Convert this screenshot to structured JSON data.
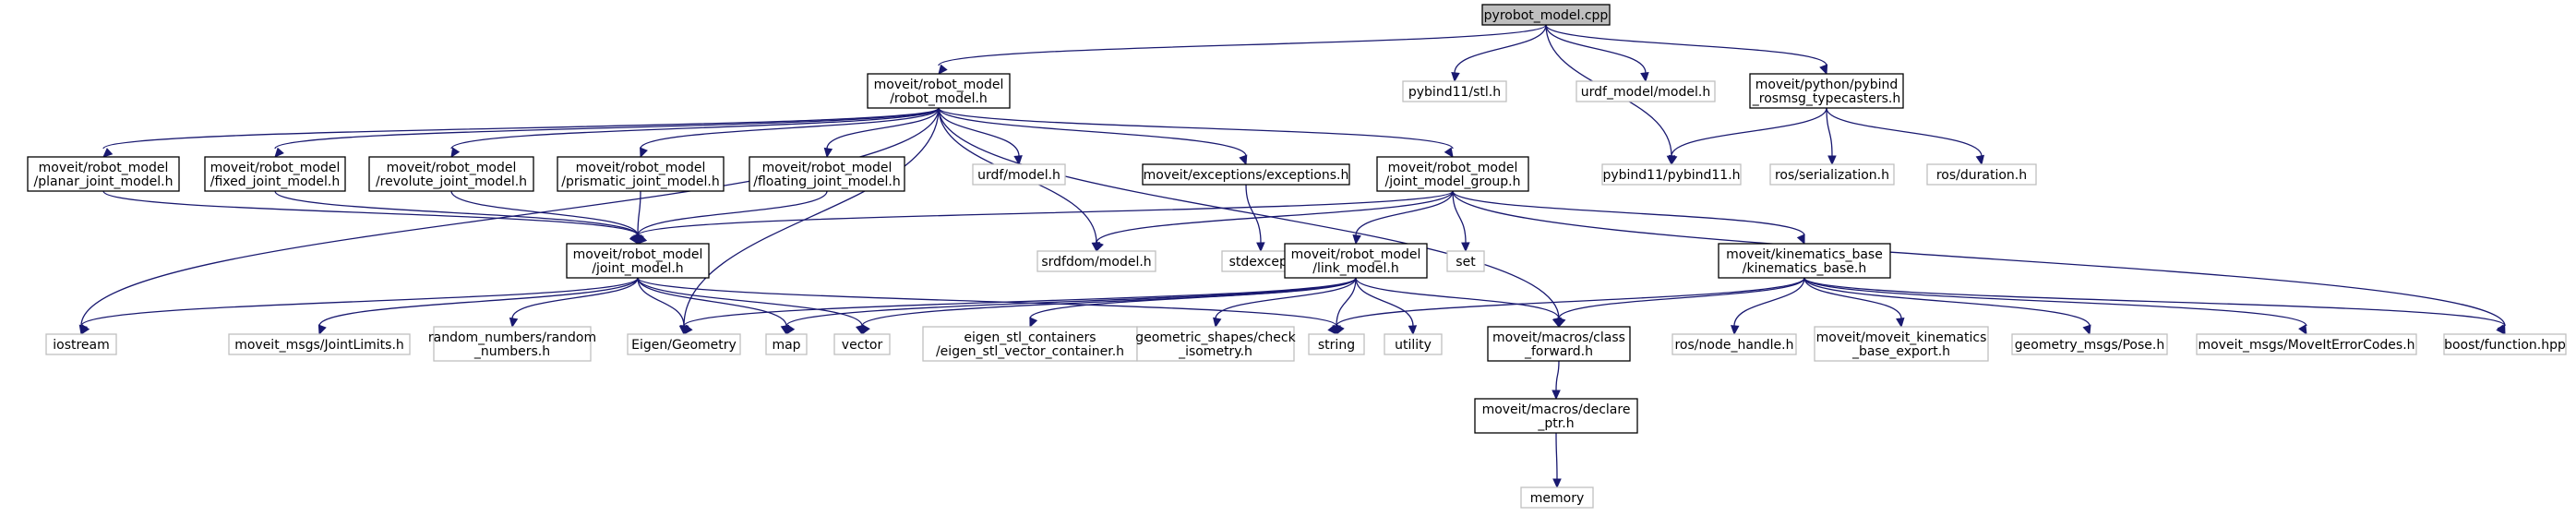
{
  "colors": {
    "edge": "#191970",
    "root_fill": "#bfbfbf",
    "linked_border": "#000000",
    "external_border": "#bfbfbf",
    "background": "#ffffff"
  },
  "nodes": [
    {
      "id": "root",
      "kind": "root",
      "lines": [
        "pyrobot_model.cpp"
      ]
    },
    {
      "id": "robot_model",
      "kind": "linked",
      "lines": [
        "moveit/robot_model",
        "/robot_model.h"
      ]
    },
    {
      "id": "pybind_stl",
      "kind": "external",
      "lines": [
        "pybind11/stl.h"
      ]
    },
    {
      "id": "urdf_model_model",
      "kind": "external",
      "lines": [
        "urdf_model/model.h"
      ]
    },
    {
      "id": "typecasters",
      "kind": "linked",
      "lines": [
        "moveit/python/pybind",
        "_rosmsg_typecasters.h"
      ]
    },
    {
      "id": "planar",
      "kind": "linked",
      "lines": [
        "moveit/robot_model",
        "/planar_joint_model.h"
      ]
    },
    {
      "id": "fixed",
      "kind": "linked",
      "lines": [
        "moveit/robot_model",
        "/fixed_joint_model.h"
      ]
    },
    {
      "id": "revolute",
      "kind": "linked",
      "lines": [
        "moveit/robot_model",
        "/revolute_joint_model.h"
      ]
    },
    {
      "id": "prismatic",
      "kind": "linked",
      "lines": [
        "moveit/robot_model",
        "/prismatic_joint_model.h"
      ]
    },
    {
      "id": "floating",
      "kind": "linked",
      "lines": [
        "moveit/robot_model",
        "/floating_joint_model.h"
      ]
    },
    {
      "id": "urdf_model",
      "kind": "external",
      "lines": [
        "urdf/model.h"
      ]
    },
    {
      "id": "exceptions",
      "kind": "linked",
      "lines": [
        "moveit/exceptions/exceptions.h"
      ]
    },
    {
      "id": "jmg",
      "kind": "linked",
      "lines": [
        "moveit/robot_model",
        "/joint_model_group.h"
      ]
    },
    {
      "id": "pybind11",
      "kind": "external",
      "lines": [
        "pybind11/pybind11.h"
      ]
    },
    {
      "id": "ros_serialization",
      "kind": "external",
      "lines": [
        "ros/serialization.h"
      ]
    },
    {
      "id": "ros_duration",
      "kind": "external",
      "lines": [
        "ros/duration.h"
      ]
    },
    {
      "id": "joint_model",
      "kind": "linked",
      "lines": [
        "moveit/robot_model",
        "/joint_model.h"
      ]
    },
    {
      "id": "srdfdom",
      "kind": "external",
      "lines": [
        "srdfdom/model.h"
      ]
    },
    {
      "id": "stdexcept",
      "kind": "external",
      "lines": [
        "stdexcept"
      ]
    },
    {
      "id": "link_model",
      "kind": "linked",
      "lines": [
        "moveit/robot_model",
        "/link_model.h"
      ]
    },
    {
      "id": "set",
      "kind": "external",
      "lines": [
        "set"
      ]
    },
    {
      "id": "kin_base",
      "kind": "linked",
      "lines": [
        "moveit/kinematics_base",
        "/kinematics_base.h"
      ]
    },
    {
      "id": "iostream",
      "kind": "external",
      "lines": [
        "iostream"
      ]
    },
    {
      "id": "jointlimits",
      "kind": "external",
      "lines": [
        "moveit_msgs/JointLimits.h"
      ]
    },
    {
      "id": "random_numbers",
      "kind": "external",
      "lines": [
        "random_numbers/random",
        "_numbers.h"
      ]
    },
    {
      "id": "eigen_geometry",
      "kind": "external",
      "lines": [
        "Eigen/Geometry"
      ]
    },
    {
      "id": "map",
      "kind": "external",
      "lines": [
        "map"
      ]
    },
    {
      "id": "vector",
      "kind": "external",
      "lines": [
        "vector"
      ]
    },
    {
      "id": "eigen_stl",
      "kind": "external",
      "lines": [
        "eigen_stl_containers",
        "/eigen_stl_vector_container.h"
      ]
    },
    {
      "id": "geometric_shapes",
      "kind": "external",
      "lines": [
        "geometric_shapes/check",
        "_isometry.h"
      ]
    },
    {
      "id": "string",
      "kind": "external",
      "lines": [
        "string"
      ]
    },
    {
      "id": "utility",
      "kind": "external",
      "lines": [
        "utility"
      ]
    },
    {
      "id": "class_forward",
      "kind": "linked",
      "lines": [
        "moveit/macros/class",
        "_forward.h"
      ]
    },
    {
      "id": "node_handle",
      "kind": "external",
      "lines": [
        "ros/node_handle.h"
      ]
    },
    {
      "id": "kin_export",
      "kind": "external",
      "lines": [
        "moveit/moveit_kinematics",
        "_base_export.h"
      ]
    },
    {
      "id": "pose",
      "kind": "external",
      "lines": [
        "geometry_msgs/Pose.h"
      ]
    },
    {
      "id": "error_codes",
      "kind": "external",
      "lines": [
        "moveit_msgs/MoveItErrorCodes.h"
      ]
    },
    {
      "id": "boost_function",
      "kind": "external",
      "lines": [
        "boost/function.hpp"
      ]
    },
    {
      "id": "declare_ptr",
      "kind": "linked",
      "lines": [
        "moveit/macros/declare",
        "_ptr.h"
      ]
    },
    {
      "id": "memory",
      "kind": "external",
      "lines": [
        "memory"
      ]
    }
  ],
  "edges": [
    [
      "root",
      "robot_model"
    ],
    [
      "root",
      "pybind_stl"
    ],
    [
      "root",
      "urdf_model_model"
    ],
    [
      "root",
      "typecasters"
    ],
    [
      "root",
      "pybind11"
    ],
    [
      "robot_model",
      "planar"
    ],
    [
      "robot_model",
      "fixed"
    ],
    [
      "robot_model",
      "revolute"
    ],
    [
      "robot_model",
      "prismatic"
    ],
    [
      "robot_model",
      "floating"
    ],
    [
      "robot_model",
      "urdf_model"
    ],
    [
      "robot_model",
      "exceptions"
    ],
    [
      "robot_model",
      "jmg"
    ],
    [
      "robot_model",
      "srdfdom"
    ],
    [
      "robot_model",
      "iostream"
    ],
    [
      "robot_model",
      "eigen_geometry"
    ],
    [
      "robot_model",
      "class_forward"
    ],
    [
      "typecasters",
      "pybind11"
    ],
    [
      "typecasters",
      "ros_serialization"
    ],
    [
      "typecasters",
      "ros_duration"
    ],
    [
      "planar",
      "joint_model"
    ],
    [
      "fixed",
      "joint_model"
    ],
    [
      "revolute",
      "joint_model"
    ],
    [
      "prismatic",
      "joint_model"
    ],
    [
      "floating",
      "joint_model"
    ],
    [
      "exceptions",
      "stdexcept"
    ],
    [
      "jmg",
      "joint_model"
    ],
    [
      "jmg",
      "srdfdom"
    ],
    [
      "jmg",
      "link_model"
    ],
    [
      "jmg",
      "set"
    ],
    [
      "jmg",
      "kin_base"
    ],
    [
      "jmg",
      "boost_function"
    ],
    [
      "joint_model",
      "iostream"
    ],
    [
      "joint_model",
      "jointlimits"
    ],
    [
      "joint_model",
      "random_numbers"
    ],
    [
      "joint_model",
      "eigen_geometry"
    ],
    [
      "joint_model",
      "map"
    ],
    [
      "joint_model",
      "vector"
    ],
    [
      "joint_model",
      "string"
    ],
    [
      "link_model",
      "eigen_geometry"
    ],
    [
      "link_model",
      "map"
    ],
    [
      "link_model",
      "vector"
    ],
    [
      "link_model",
      "eigen_stl"
    ],
    [
      "link_model",
      "geometric_shapes"
    ],
    [
      "link_model",
      "string"
    ],
    [
      "link_model",
      "utility"
    ],
    [
      "link_model",
      "class_forward"
    ],
    [
      "kin_base",
      "string"
    ],
    [
      "kin_base",
      "class_forward"
    ],
    [
      "kin_base",
      "node_handle"
    ],
    [
      "kin_base",
      "kin_export"
    ],
    [
      "kin_base",
      "pose"
    ],
    [
      "kin_base",
      "error_codes"
    ],
    [
      "kin_base",
      "boost_function"
    ],
    [
      "class_forward",
      "declare_ptr"
    ],
    [
      "declare_ptr",
      "memory"
    ]
  ]
}
